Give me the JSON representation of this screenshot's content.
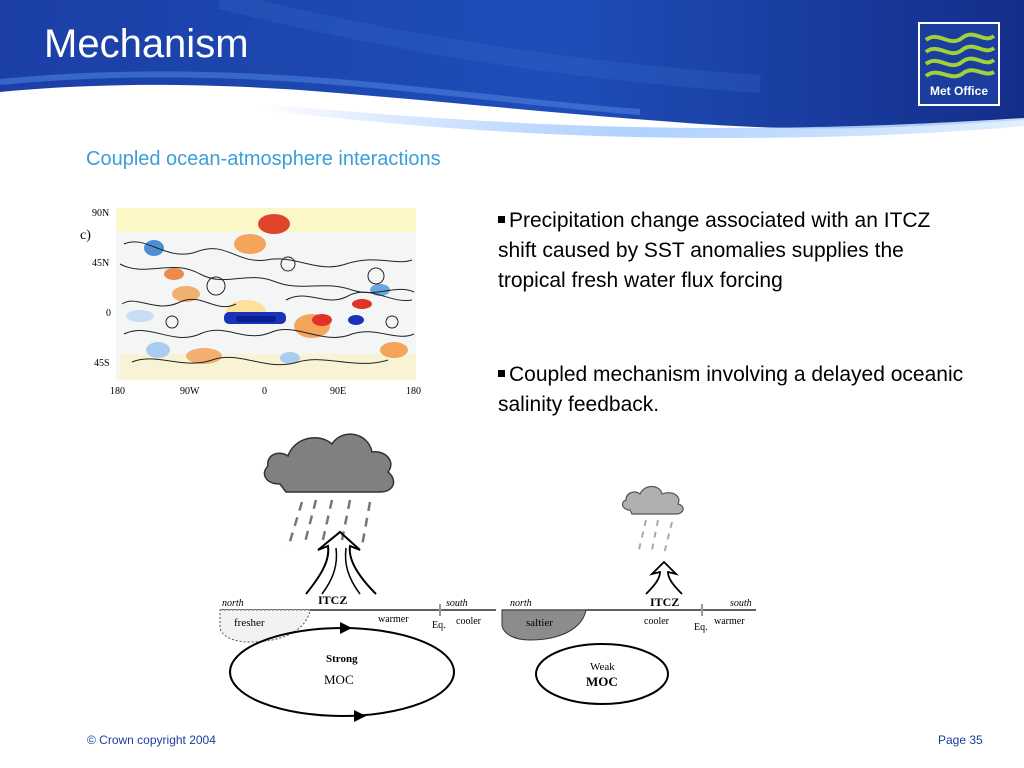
{
  "header": {
    "title": "Mechanism",
    "logo_text": "Met Office"
  },
  "subtitle": "Coupled ocean-atmosphere interactions",
  "bullets": [
    "Precipitation change associated with an ITCZ shift caused by SST anomalies supplies the tropical fresh water flux forcing",
    "Coupled mechanism involving a delayed oceanic salinity feedback."
  ],
  "map": {
    "panel_label": "c)",
    "lat_labels": [
      "90N",
      "45N",
      "0",
      "45S"
    ],
    "lon_labels": [
      "180",
      "90W",
      "0",
      "90E",
      "180"
    ]
  },
  "diagram_left": {
    "north": "north",
    "south": "south",
    "itcz": "ITCZ",
    "fresher": "fresher",
    "warmer": "warmer",
    "eq": "Eq.",
    "cooler": "cooler",
    "strength": "Strong",
    "moc": "MOC"
  },
  "diagram_right": {
    "north": "north",
    "south": "south",
    "itcz": "ITCZ",
    "saltier": "saltier",
    "cooler": "cooler",
    "eq": "Eq.",
    "warmer": "warmer",
    "strength": "Weak",
    "moc": "MOC"
  },
  "footer": {
    "copyright": "© Crown copyright 2004",
    "page": "Page 35"
  },
  "colors": {
    "header_blue": "#1a3d9e",
    "subtitle_blue": "#3b9fd6",
    "logo_green": "#9fd13a"
  }
}
